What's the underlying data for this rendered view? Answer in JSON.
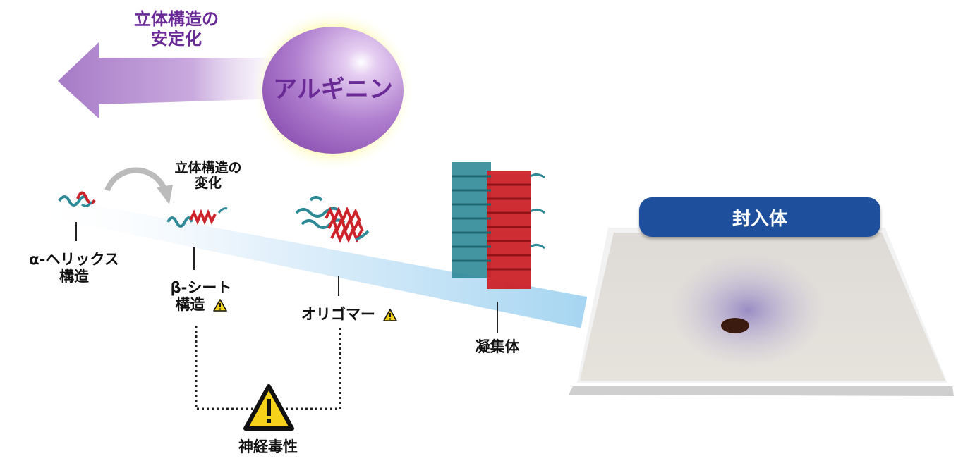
{
  "stabilization": {
    "line1": "立体構造の",
    "line2": "安定化"
  },
  "arginine": {
    "label": "アルギニン"
  },
  "conformation_change": {
    "line1": "立体構造の",
    "line2": "変化"
  },
  "stages": {
    "alpha": {
      "line1": "α-ヘリックス",
      "line2": "構造"
    },
    "beta": {
      "line1": "β-シート",
      "line2": "構造"
    },
    "oligomer": {
      "label": "オリゴマー"
    },
    "aggregate": {
      "label": "凝集体"
    }
  },
  "inclusion": {
    "label": "封入体"
  },
  "toxicity": {
    "label": "神経毒性"
  },
  "colors": {
    "purple": "#6a2a96",
    "teal": "#2f8a98",
    "red": "#cc2229",
    "navy": "#1d4f9c",
    "warning": "#f6d21a"
  },
  "icons": [
    "warning-icon",
    "curved-arrow-icon",
    "arrow-icon"
  ]
}
